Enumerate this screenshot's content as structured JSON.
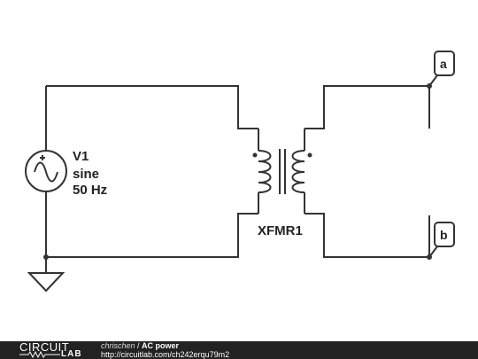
{
  "source": {
    "name": "V1",
    "type": "sine",
    "frequency": "50 Hz"
  },
  "transformer": {
    "name": "XFMR1"
  },
  "terminals": {
    "a": "a",
    "b": "b"
  },
  "footer": {
    "logo_top": "CIRCUIT",
    "logo_bottom": "LAB",
    "author": "chrischen",
    "separator": " / ",
    "title": "AC power",
    "url": "http://circuitlab.com/ch242erqu79m2"
  }
}
